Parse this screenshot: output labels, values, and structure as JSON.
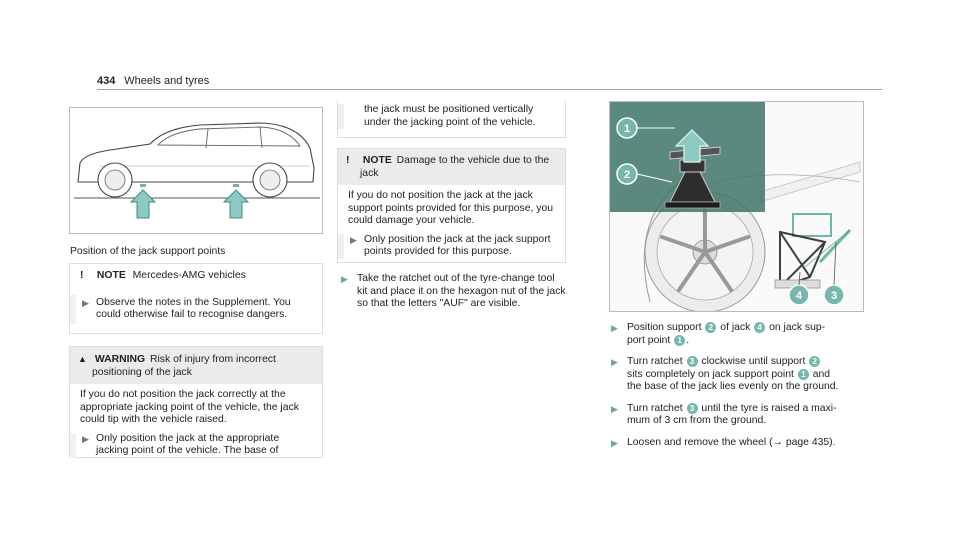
{
  "header": {
    "page_number": "434",
    "section_title": "Wheels and tyres"
  },
  "figure_car": {
    "caption": "Position of the jack support points"
  },
  "note_amg": {
    "symbol": "!",
    "label": "NOTE",
    "title": "Mercedes-AMG vehicles",
    "bullet": "Observe the notes in the Supplement. You could otherwise fail to recognise dangers."
  },
  "warning_box": {
    "symbol": "▲",
    "label": "WARNING",
    "title_line1": "Risk of injury from incorrect",
    "title_line2": "positioning of the jack",
    "body": "If you do not position the jack correctly at the appropriate jacking point of the vehicle, the jack could tip with the vehicle raised.",
    "bullet": "Only position the jack at the appropriate jacking point of the vehicle. The base of"
  },
  "warning_continued": {
    "text": "the jack must be positioned vertically under the jacking point of the vehicle."
  },
  "note_damage": {
    "symbol": "!",
    "label": "NOTE",
    "title_line1": "Damage to the vehicle due to the",
    "title_line2": "jack",
    "body": "If you do not position the jack at the jack support points provided for this purpose, you could damage your vehicle.",
    "bullet": "Only position the jack at the jack support points provided for this purpose."
  },
  "step_ratchet": {
    "text": "Take the ratchet out of the tyre-change tool kit and place it on the hexagon nut of the jack so that the letters \"AUF\" are visible."
  },
  "figure_jack": {
    "labels": [
      "1",
      "2",
      "3",
      "4"
    ]
  },
  "steps": {
    "s1_a": "Position support",
    "s1_n1": "2",
    "s1_b": "of jack",
    "s1_n2": "4",
    "s1_c": "on jack sup-",
    "s1_d": "port point",
    "s1_n3": "1",
    "s1_e": ".",
    "s2_a": "Turn ratchet",
    "s2_n1": "3",
    "s2_b": "clockwise until support",
    "s2_n2": "2",
    "s2_c": "sits completely on jack support point",
    "s2_n3": "1",
    "s2_d": "and",
    "s2_e": "the base of the jack lies evenly on the ground.",
    "s3_a": "Turn ratchet",
    "s3_n1": "3",
    "s3_b": "until the tyre is raised a maxi-",
    "s3_c": "mum of 3 cm from the ground.",
    "s4": "Loosen and remove the wheel (→ page 435)."
  },
  "colors": {
    "accent": "#76b6ac",
    "arrow_fill": "#8cc9c0",
    "highlight": "#3d8f84"
  }
}
